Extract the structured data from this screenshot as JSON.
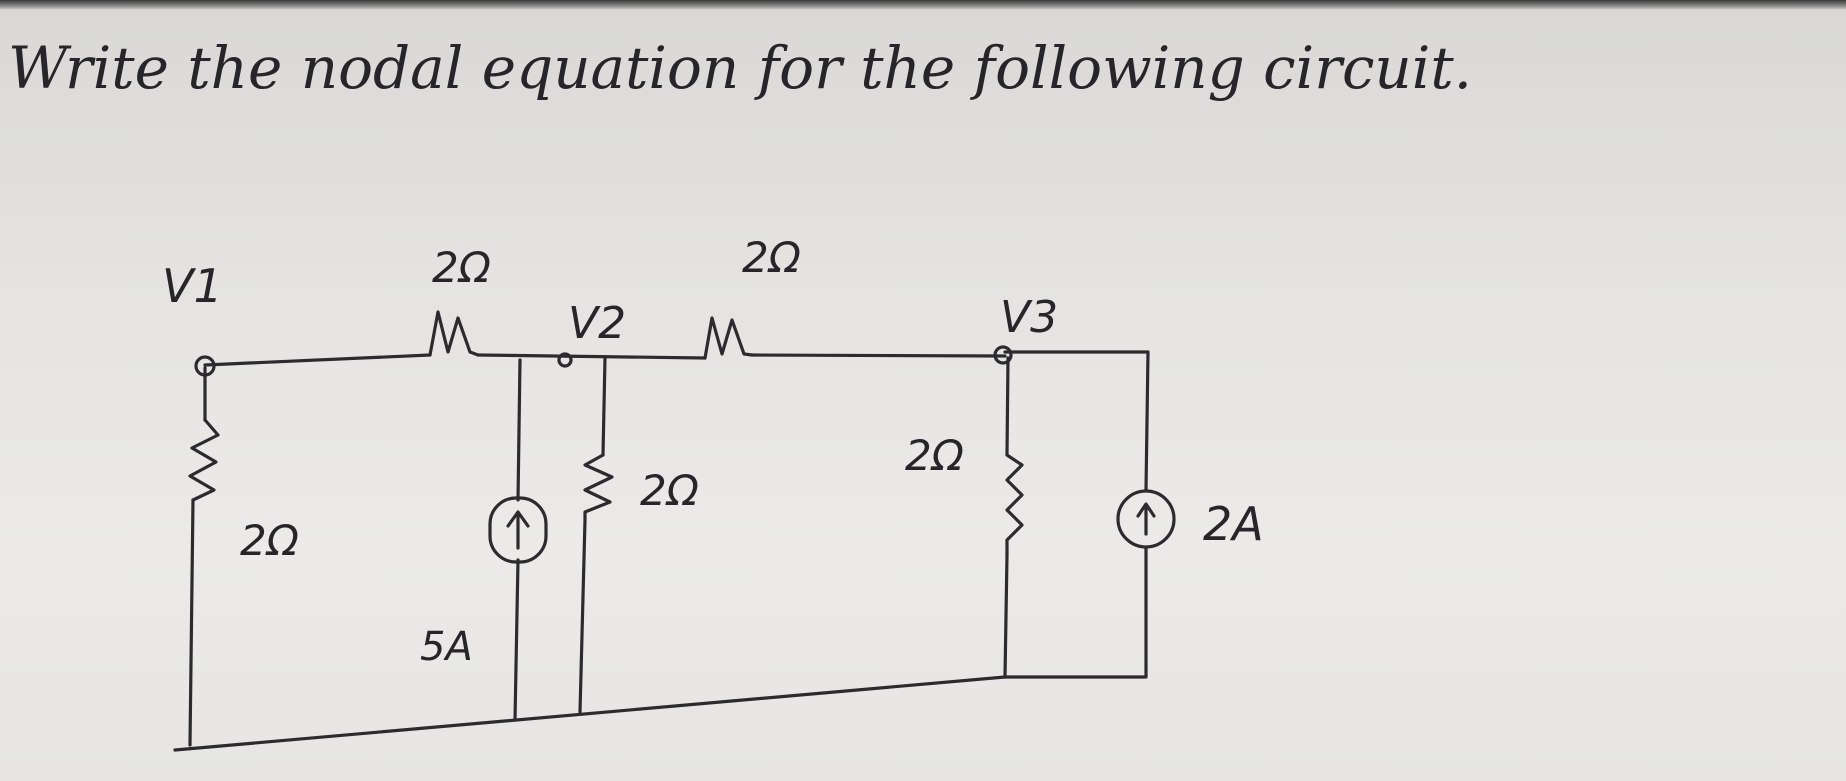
{
  "header": {
    "title": "Write the nodal equation for the following circuit."
  },
  "circuit": {
    "nodes": {
      "v1": "V1",
      "v2": "V2",
      "v3": "V3"
    },
    "resistors": {
      "r_series_12": "2Ω",
      "r_series_23": "2Ω",
      "r_shunt_1": "2Ω",
      "r_shunt_2": "2Ω",
      "r_shunt_3": "2Ω"
    },
    "sources": {
      "i_source_5a": "5A",
      "i_source_2a": "2A"
    }
  },
  "colors": {
    "ink": "#2b2b2f",
    "paper": "#e6e5e3"
  }
}
